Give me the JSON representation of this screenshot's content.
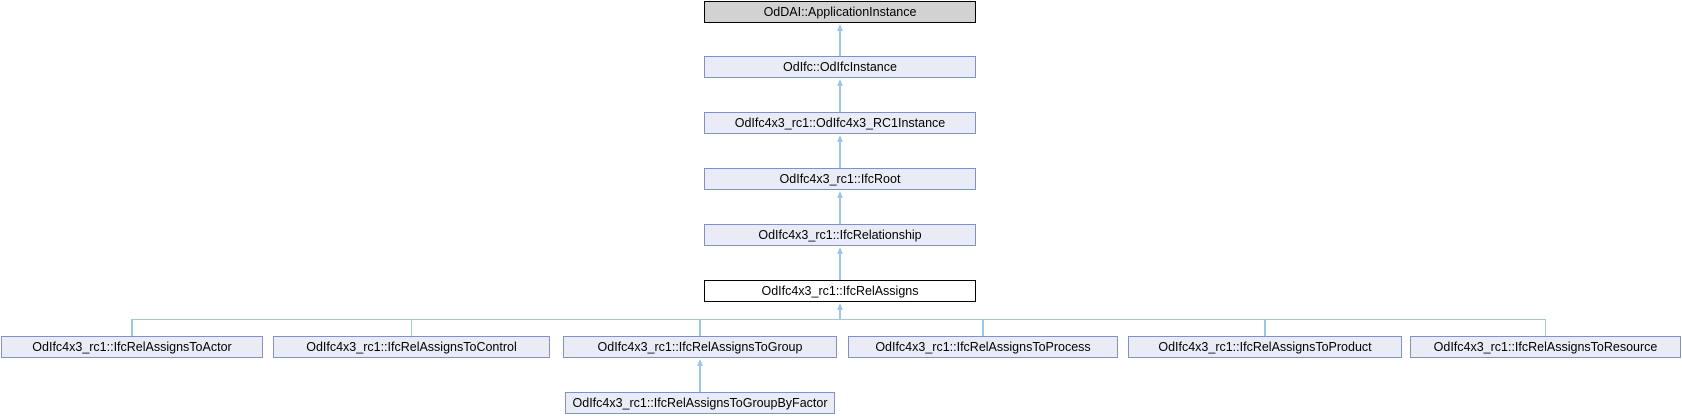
{
  "diagram": {
    "kind": "class-inheritance-graph",
    "colors": {
      "background": "#FFFFFF",
      "node_fill": "#E9ECF5",
      "node_border": "#8291BD",
      "gray_node_fill": "#D2D2D2",
      "gray_node_border": "#000000",
      "focus_node_fill": "#FFFFFF",
      "focus_node_border": "#000000",
      "edge": "#9EC6E6",
      "text": "#000000"
    },
    "nodes": [
      {
        "label": "OdDAI::ApplicationInstance",
        "style": "gray"
      },
      {
        "label": "OdIfc::OdIfcInstance",
        "style": "normal"
      },
      {
        "label": "OdIfc4x3_rc1::OdIfc4x3_RC1Instance",
        "style": "normal"
      },
      {
        "label": "OdIfc4x3_rc1::IfcRoot",
        "style": "normal"
      },
      {
        "label": "OdIfc4x3_rc1::IfcRelationship",
        "style": "normal"
      },
      {
        "label": "OdIfc4x3_rc1::IfcRelAssigns",
        "style": "focus"
      },
      {
        "label": "OdIfc4x3_rc1::IfcRelAssignsToActor",
        "style": "normal"
      },
      {
        "label": "OdIfc4x3_rc1::IfcRelAssignsToControl",
        "style": "normal"
      },
      {
        "label": "OdIfc4x3_rc1::IfcRelAssignsToGroup",
        "style": "normal"
      },
      {
        "label": "OdIfc4x3_rc1::IfcRelAssignsToProcess",
        "style": "normal"
      },
      {
        "label": "OdIfc4x3_rc1::IfcRelAssignsToProduct",
        "style": "normal"
      },
      {
        "label": "OdIfc4x3_rc1::IfcRelAssignsToResource",
        "style": "normal"
      },
      {
        "label": "OdIfc4x3_rc1::IfcRelAssignsToGroupByFactor",
        "style": "normal"
      }
    ],
    "edges": [
      {
        "child": "OdIfc::OdIfcInstance",
        "parent": "OdDAI::ApplicationInstance"
      },
      {
        "child": "OdIfc4x3_rc1::OdIfc4x3_RC1Instance",
        "parent": "OdIfc::OdIfcInstance"
      },
      {
        "child": "OdIfc4x3_rc1::IfcRoot",
        "parent": "OdIfc4x3_rc1::OdIfc4x3_RC1Instance"
      },
      {
        "child": "OdIfc4x3_rc1::IfcRelationship",
        "parent": "OdIfc4x3_rc1::IfcRoot"
      },
      {
        "child": "OdIfc4x3_rc1::IfcRelAssigns",
        "parent": "OdIfc4x3_rc1::IfcRelationship"
      },
      {
        "child": "OdIfc4x3_rc1::IfcRelAssignsToActor",
        "parent": "OdIfc4x3_rc1::IfcRelAssigns"
      },
      {
        "child": "OdIfc4x3_rc1::IfcRelAssignsToControl",
        "parent": "OdIfc4x3_rc1::IfcRelAssigns"
      },
      {
        "child": "OdIfc4x3_rc1::IfcRelAssignsToGroup",
        "parent": "OdIfc4x3_rc1::IfcRelAssigns"
      },
      {
        "child": "OdIfc4x3_rc1::IfcRelAssignsToProcess",
        "parent": "OdIfc4x3_rc1::IfcRelAssigns"
      },
      {
        "child": "OdIfc4x3_rc1::IfcRelAssignsToProduct",
        "parent": "OdIfc4x3_rc1::IfcRelAssigns"
      },
      {
        "child": "OdIfc4x3_rc1::IfcRelAssignsToResource",
        "parent": "OdIfc4x3_rc1::IfcRelAssigns"
      },
      {
        "child": "OdIfc4x3_rc1::IfcRelAssignsToGroupByFactor",
        "parent": "OdIfc4x3_rc1::IfcRelAssignsToGroup"
      }
    ]
  }
}
